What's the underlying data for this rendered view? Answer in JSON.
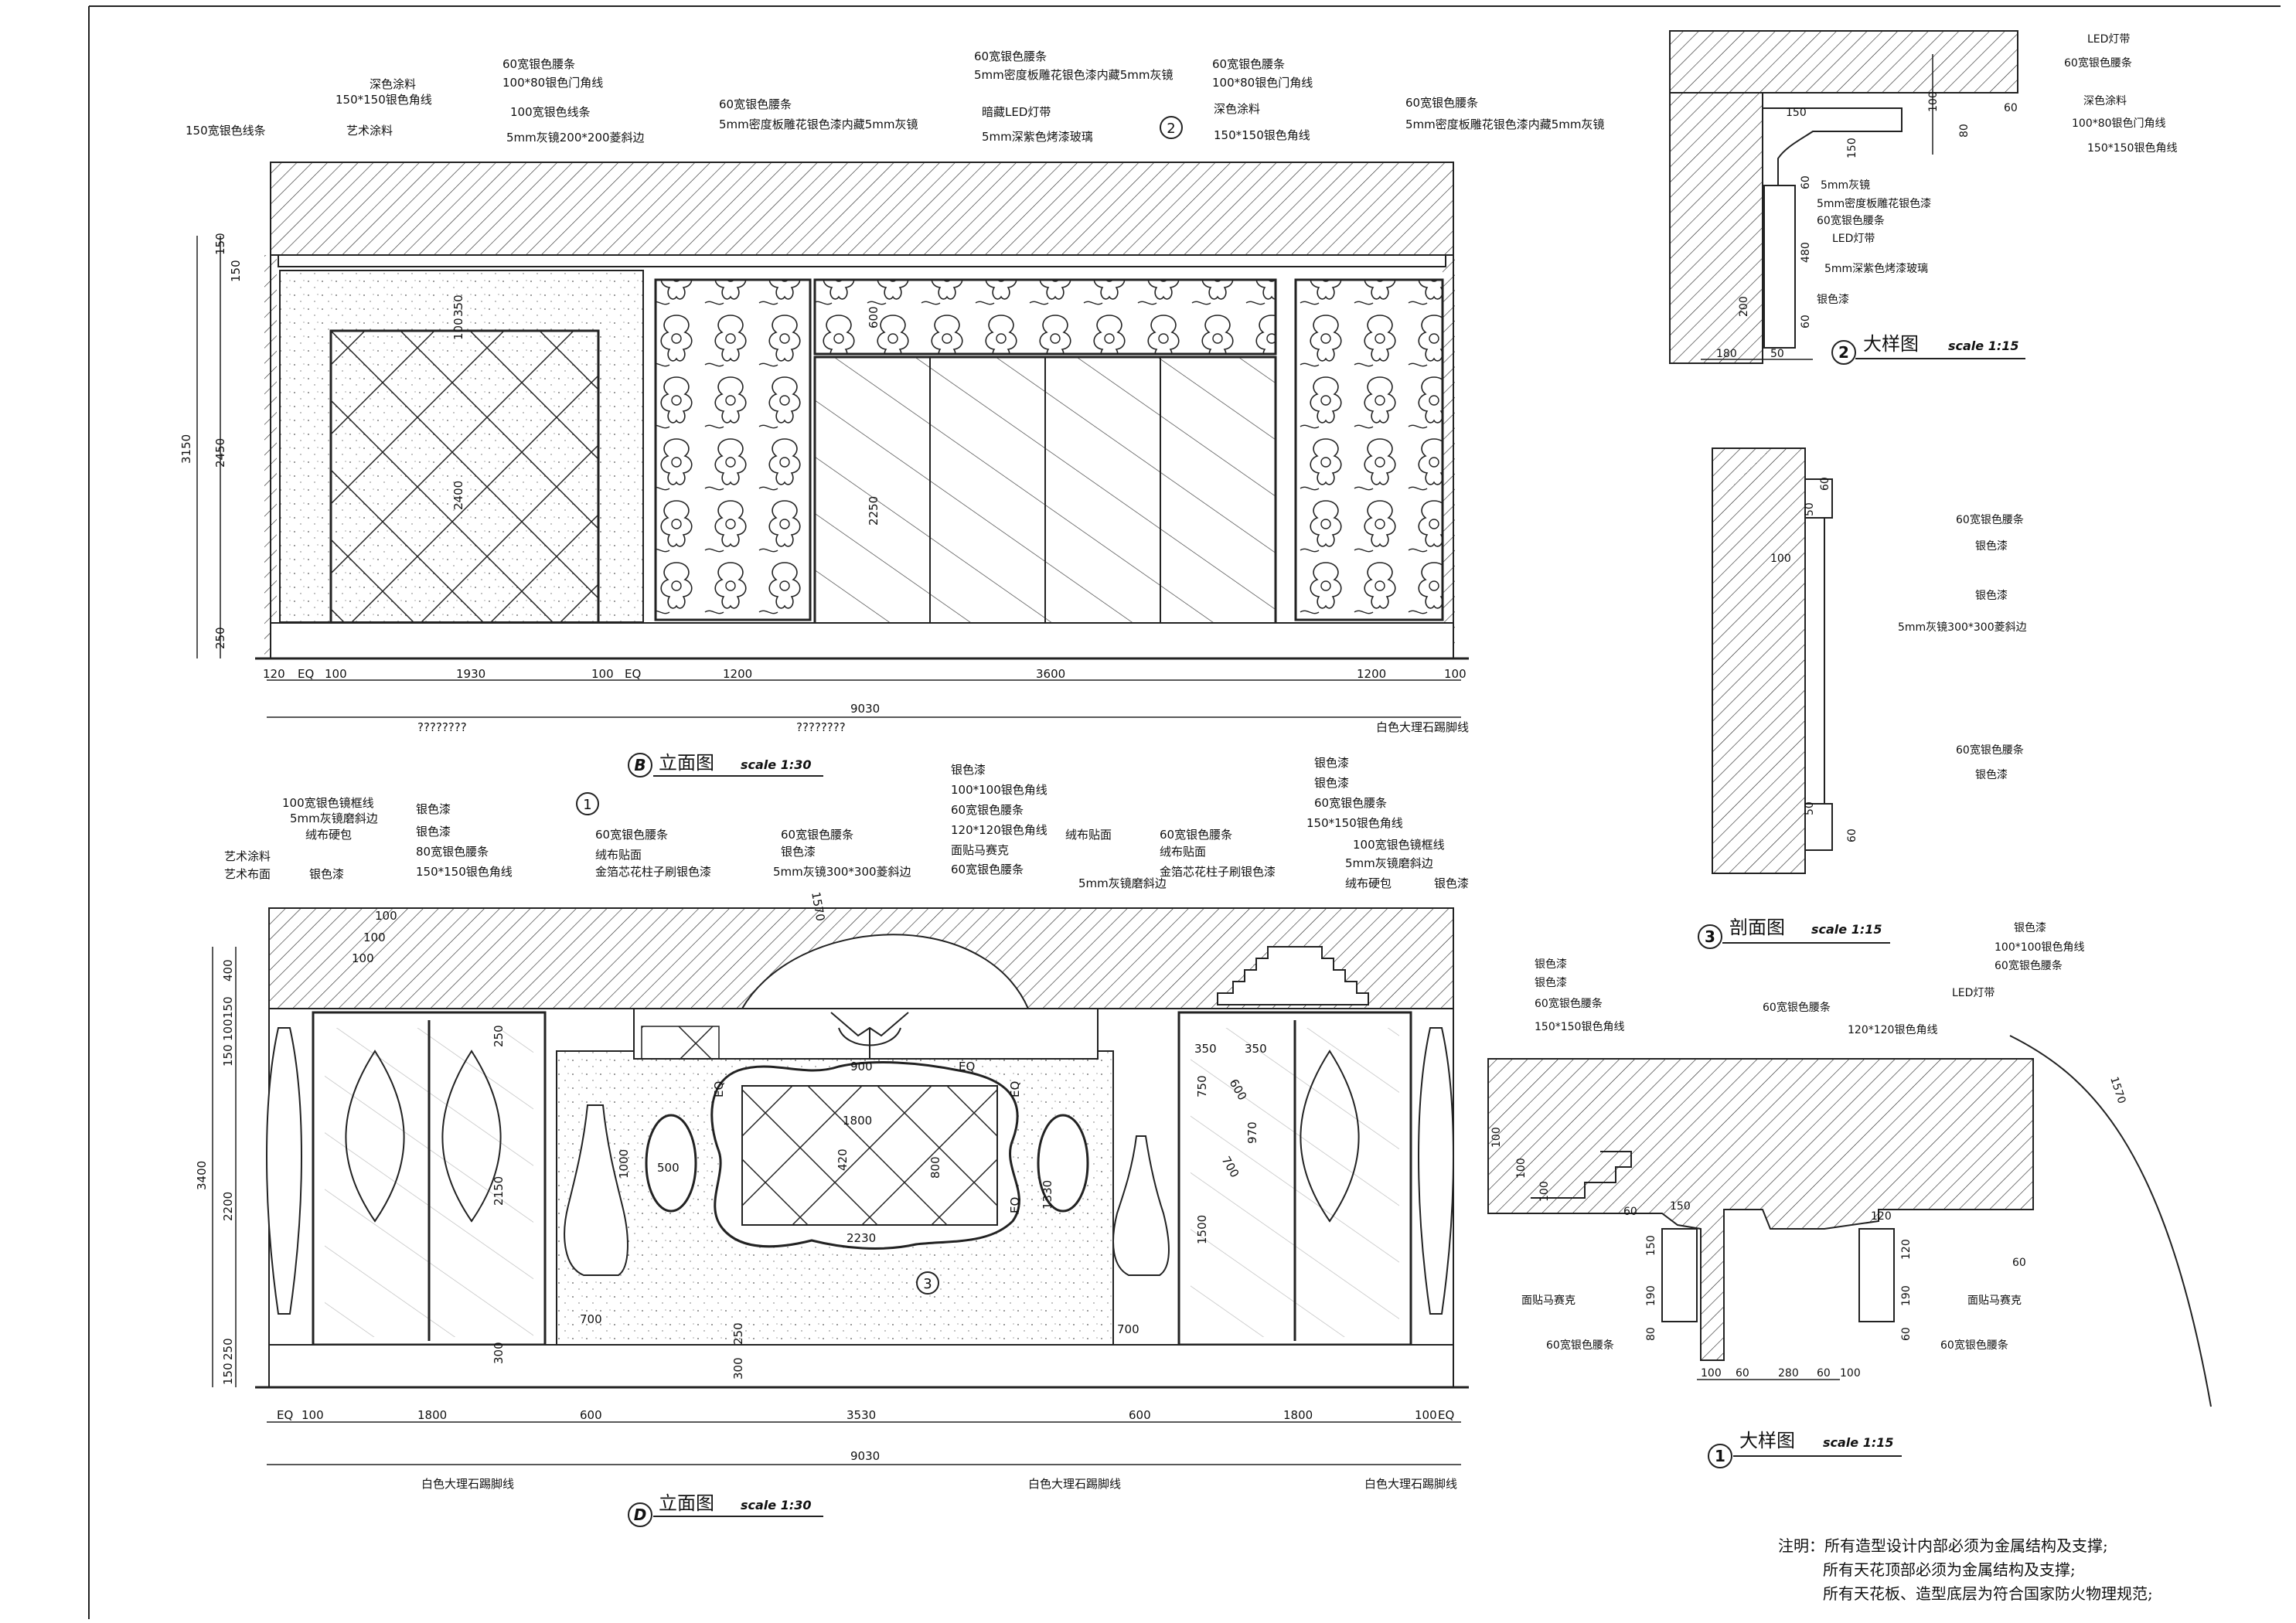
{
  "elevation_b": {
    "title": "立面图",
    "mark": "B",
    "scale": "scale 1:30",
    "top_labels": [
      "150宽银色线条",
      "艺术涂料",
      "深色涂料",
      "150*150银色角线",
      "60宽银色腰条",
      "100*80银色门角线",
      "100宽银色线条",
      "5mm灰镜200*200菱斜边",
      "60宽银色腰条",
      "5mm密度板雕花银色漆内藏5mm灰镜",
      "60宽银色腰条",
      "5mm密度板雕花银色漆内藏5mm灰镜",
      "暗藏LED灯带",
      "5mm深紫色烤漆玻璃",
      "60宽银色腰条",
      "100*80银色门角线",
      "深色涂料",
      "150*150银色角线",
      "60宽银色腰条",
      "5mm密度板雕花银色漆内藏5mm灰镜"
    ],
    "bottom_labels": [
      "????????",
      "????????",
      "白色大理石踢脚线"
    ],
    "dims_h": [
      "120",
      "EQ",
      "100",
      "1930",
      "100",
      "EQ",
      "1200",
      "3600",
      "1200",
      "100"
    ],
    "total": "9030",
    "dims_v": [
      "3150",
      "150",
      "150",
      "2450",
      "250",
      "350",
      "100",
      "2400",
      "600",
      "2250"
    ]
  },
  "elevation_d": {
    "title": "立面图",
    "mark": "D",
    "scale": "scale 1:30",
    "top_labels": [
      "100宽银色镜框线",
      "5mm灰镜磨斜边",
      "绒布硬包",
      "艺术涂料",
      "艺术布面",
      "银色漆",
      "银色漆",
      "银色漆",
      "80宽银色腰条",
      "150*150银色角线",
      "60宽银色腰条",
      "绒布贴面",
      "金箔芯花柱子刷银色漆",
      "60宽银色腰条",
      "银色漆",
      "5mm灰镜300*300菱斜边",
      "银色漆",
      "100*100银色角线",
      "60宽银色腰条",
      "120*120银色角线",
      "面贴马赛克",
      "60宽银色腰条",
      "绒布贴面",
      "5mm灰镜磨斜边",
      "60宽银色腰条",
      "绒布贴面",
      "金箔芯花柱子刷银色漆",
      "银色漆",
      "银色漆",
      "60宽银色腰条",
      "150*150银色角线",
      "100宽银色镜框线",
      "5mm灰镜磨斜边",
      "绒布硬包",
      "银色漆"
    ],
    "bottom_labels": [
      "白色大理石踢脚线",
      "白色大理石踢脚线",
      "白色大理石踢脚线"
    ],
    "dims_h": [
      "EQ",
      "100",
      "1800",
      "600",
      "3530",
      "600",
      "1800",
      "100",
      "EQ"
    ],
    "total": "9030",
    "dims_v": [
      "3400",
      "400",
      "150",
      "100",
      "150",
      "2200",
      "250",
      "150",
      "250",
      "300",
      "2150",
      "300",
      "250",
      "1570",
      "1000",
      "500",
      "1800",
      "900",
      "420",
      "800",
      "2230",
      "1330",
      "750",
      "350",
      "350",
      "600",
      "970",
      "700",
      "1500",
      "700",
      "700",
      "100",
      "100",
      "100",
      "EQ",
      "EQ",
      "EQ",
      "EQ"
    ]
  },
  "detail_2": {
    "title": "大样图",
    "mark": "2",
    "scale": "scale 1:15",
    "labels": [
      "LED灯带",
      "60宽银色腰条",
      "深色涂料",
      "100*80银色门角线",
      "150*150银色角线",
      "5mm灰镜",
      "5mm密度板雕花银色漆",
      "60宽银色腰条",
      "LED灯带",
      "5mm深紫色烤漆玻璃",
      "银色漆"
    ],
    "dims": [
      "150",
      "100",
      "60",
      "80",
      "150",
      "60",
      "480",
      "200",
      "60",
      "180",
      "50"
    ]
  },
  "section_3": {
    "title": "剖面图",
    "mark": "3",
    "scale": "scale 1:15",
    "labels": [
      "60宽银色腰条",
      "银色漆",
      "银色漆",
      "5mm灰镜300*300菱斜边",
      "60宽银色腰条",
      "银色漆"
    ],
    "dims": [
      "60",
      "50",
      "100",
      "50",
      "60"
    ]
  },
  "detail_1": {
    "title": "大样图",
    "mark": "1",
    "scale": "scale 1:15",
    "labels": [
      "银色漆",
      "银色漆",
      "60宽银色腰条",
      "150*150银色角线",
      "60宽银色腰条",
      "120*120银色角线",
      "银色漆",
      "100*100银色角线",
      "60宽银色腰条",
      "LED灯带",
      "面贴马赛克",
      "60宽银色腰条",
      "面贴马赛克",
      "60宽银色腰条"
    ],
    "dims": [
      "100",
      "100",
      "100",
      "60",
      "150",
      "150",
      "190",
      "80",
      "120",
      "120",
      "190",
      "60",
      "60",
      "1570",
      "100",
      "60",
      "280",
      "60",
      "100"
    ]
  },
  "markers": [
    "1",
    "2",
    "3"
  ],
  "notes": [
    "注明：所有造型设计内部必须为金属结构及支撑;",
    "所有天花顶部必须为金属结构及支撑;",
    "所有天花板、造型底层为符合国家防火物理规范;"
  ]
}
